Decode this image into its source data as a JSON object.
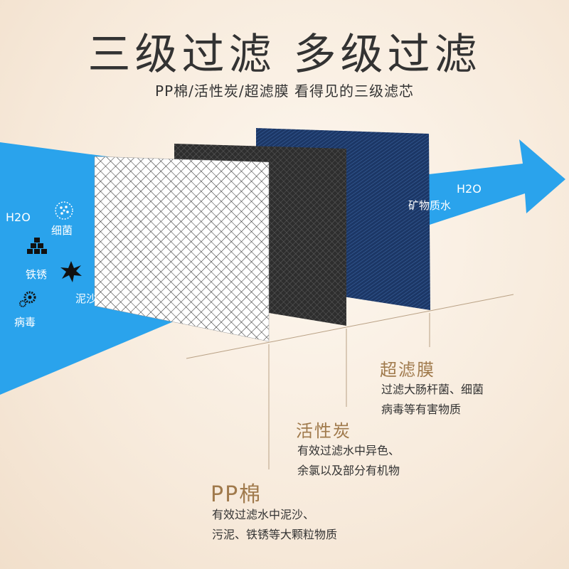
{
  "title": "三级过滤 多级过滤",
  "subtitle": "PP棉/活性炭/超滤膜 看得见的三级滤芯",
  "inflow": {
    "h2o": "H2O",
    "items": [
      "细菌",
      "铁锈",
      "泥沙",
      "病毒"
    ]
  },
  "outflow": {
    "h2o": "H2O",
    "label": "矿物质水"
  },
  "layers": [
    {
      "name": "超滤膜",
      "desc1": "过滤大肠杆菌、细菌",
      "desc2": "病毒等有害物质"
    },
    {
      "name": "活性炭",
      "desc1": "有效过滤水中异色、",
      "desc2": "余氯以及部分有机物"
    },
    {
      "name": "PP棉",
      "desc1": "有效过滤水中泥沙、",
      "desc2": "污泥、铁锈等大颗粒物质"
    }
  ],
  "colors": {
    "water": "#2aa3ec",
    "heading": "#a07a4c",
    "membrane": "#1e3a68",
    "carbon": "#3a3a3a"
  },
  "icons": [
    "bacteria-icon",
    "rust-icon",
    "sand-icon",
    "virus-icon"
  ]
}
